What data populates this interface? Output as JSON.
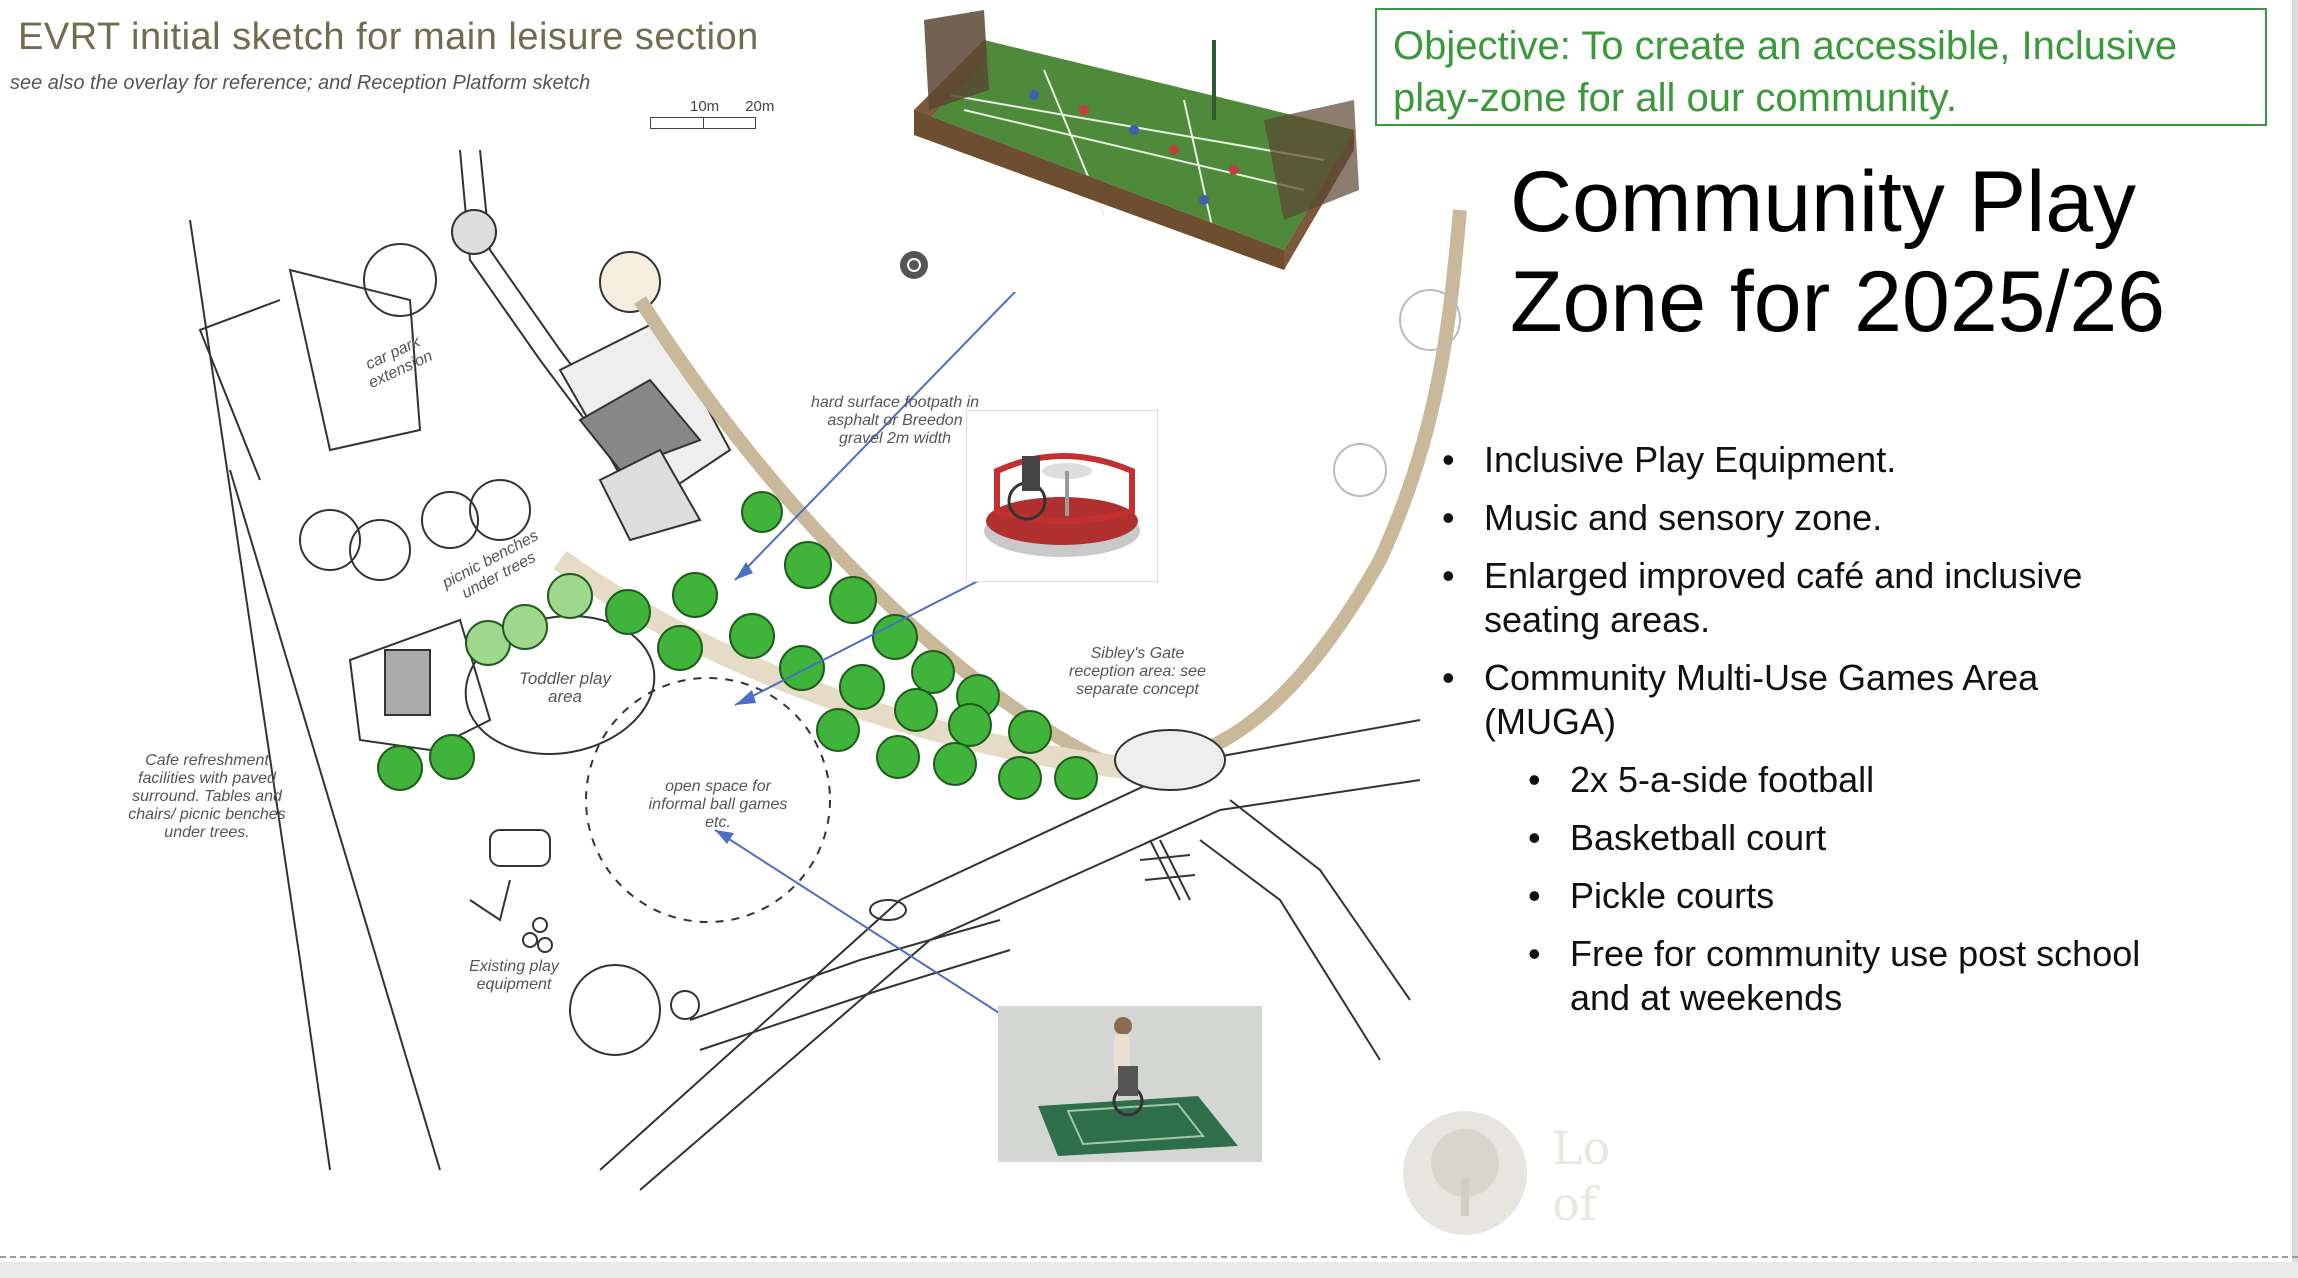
{
  "sketch": {
    "title": "EVRT initial sketch for main leisure section",
    "subtitle": "see also the overlay for reference; and Reception Platform sketch",
    "scale_10": "10m",
    "scale_20": "20m"
  },
  "objective": "Objective: To create an accessible, Inclusive play-zone for all our community.",
  "title": "Community Play Zone for 2025/26",
  "bullets": [
    "Inclusive Play Equipment.",
    "Music and sensory zone.",
    "Enlarged improved café and inclusive seating areas.",
    "Community Multi-Use Games Area (MUGA)"
  ],
  "sub_bullets": [
    "2x 5-a-side football",
    "Basketball court",
    "Pickle courts",
    "Free for community use post school and at weekends"
  ],
  "map_labels": {
    "car_park": "car park extension",
    "footpath": "hard surface footpath in asphalt or Breedon gravel 2m width",
    "picnic": "picnic benches under trees",
    "toddler": "Toddler play area",
    "sibleys": "Sibley's Gate reception area: see separate concept",
    "open_space": "open space for informal ball games etc.",
    "cafe": "Cafe refreshment facilities with paved surround. Tables and chairs/ picnic benches under trees.",
    "existing": "Existing play equipment"
  },
  "logo": {
    "text_line1": "Lo",
    "text_line2": "of"
  },
  "colors": {
    "objective_green": "#3a9a3a",
    "tree_green": "#3fb33a",
    "arrow_blue": "#4a6fc4"
  }
}
